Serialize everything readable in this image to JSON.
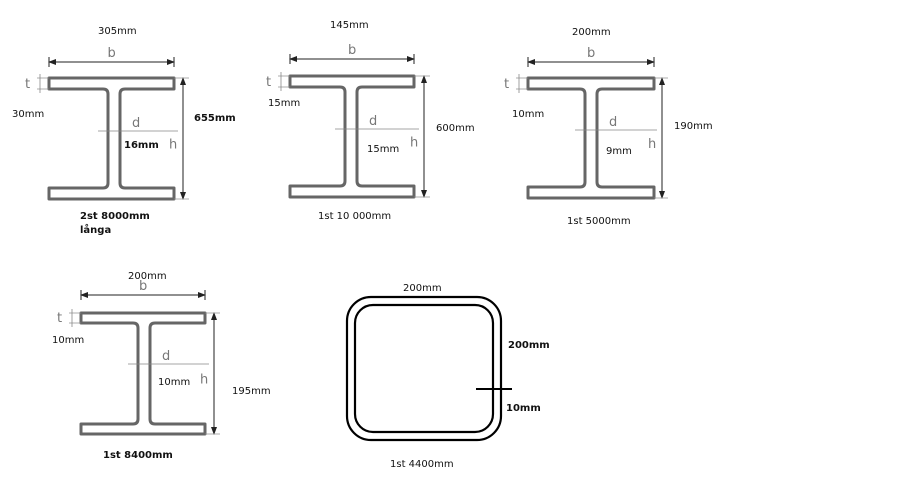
{
  "colors": {
    "beam_stroke": "#666666",
    "dim_line": "#888888",
    "tube_stroke": "#000000"
  },
  "symbols": {
    "b": "b",
    "t": "t",
    "d": "d",
    "h": "h"
  },
  "beams": [
    {
      "width": "305mm",
      "flange": "30mm",
      "height": "655mm",
      "web": "16mm",
      "quantity": "2st 8000mm",
      "quantity_line2": "långa"
    },
    {
      "width": "145mm",
      "flange": "15mm",
      "height": "600mm",
      "web": "15mm",
      "quantity": "1st 10 000mm"
    },
    {
      "width": "200mm",
      "flange": "10mm",
      "height": "190mm",
      "web": "9mm",
      "quantity": "1st 5000mm"
    },
    {
      "width": "200mm",
      "flange": "10mm",
      "height": "195mm",
      "web": "10mm",
      "quantity": "1st 8400mm"
    }
  ],
  "tube": {
    "width": "200mm",
    "height": "200mm",
    "wall": "10mm",
    "quantity": "1st 4400mm"
  }
}
